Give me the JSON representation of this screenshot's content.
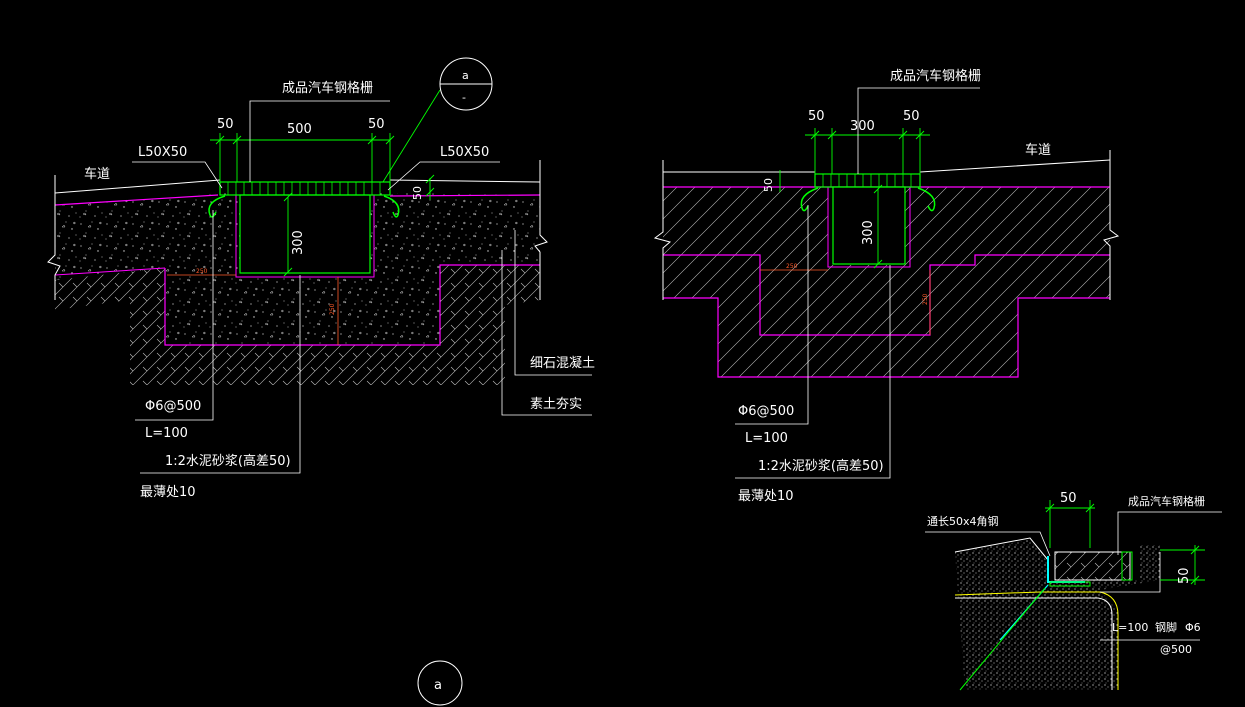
{
  "colors": {
    "background": "#000000",
    "grating": "#00ff00",
    "outline": "#ff00ff",
    "dimension": "#00ff00",
    "text": "#ffffff",
    "concrete": "#ffffff",
    "mortar_dim": "#ff5a2a",
    "steel_angle": "#00ffff",
    "yellow_line": "#ffff00"
  },
  "left_section": {
    "title": "成品汽车钢格栅",
    "dims": {
      "d1": "50",
      "d2": "500",
      "d3": "50",
      "depth": "300",
      "step": "50"
    },
    "labels": {
      "angle_left": "L50X50",
      "angle_right": "L50X50",
      "road": "车道",
      "concrete": "细石混凝土",
      "soil": "素土夯实",
      "rebar": "Φ6@500",
      "rebar_len": "L=100",
      "mortar": "1:2水泥砂浆(高差50)",
      "min_thick": "最薄处10",
      "dim_h": "250",
      "dim_v": "250"
    },
    "detail_circle": {
      "top": "a",
      "bottom": "-"
    },
    "section_marker": "a"
  },
  "right_section": {
    "title": "成品汽车钢格栅",
    "dims": {
      "d1": "50",
      "d2": "300",
      "d3": "50",
      "depth": "300",
      "step": "50"
    },
    "labels": {
      "road": "车道",
      "rebar": "Φ6@500",
      "rebar_len": "L=100",
      "mortar": "1:2水泥砂浆(高差50)",
      "min_thick": "最薄处10",
      "dim_h": "250",
      "dim_v": "250"
    }
  },
  "detail": {
    "title": "成品汽车钢格栅",
    "angle": "通长50x4角钢",
    "dim_w": "50",
    "dim_h": "50",
    "rebar_len": "L=100",
    "rebar_name": "钢脚",
    "rebar_dia": "Φ6",
    "rebar_spacing": "@500"
  }
}
